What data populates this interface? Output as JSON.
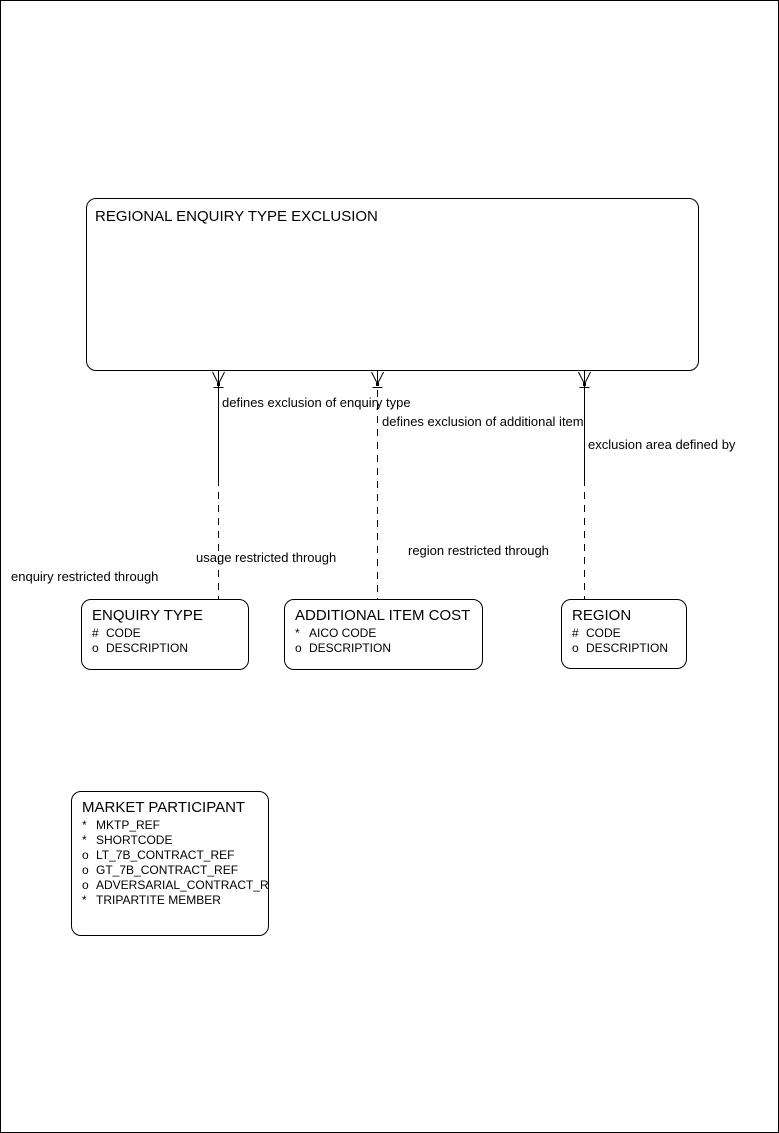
{
  "diagram": {
    "colors": {
      "line": "#000000",
      "background": "#ffffff",
      "text": "#000000"
    },
    "root_entity": {
      "title": "REGIONAL ENQUIRY TYPE EXCLUSION"
    },
    "entities": [
      {
        "title": "ENQUIRY TYPE",
        "attributes": [
          {
            "prefix": "#",
            "name": "CODE"
          },
          {
            "prefix": "o",
            "name": "DESCRIPTION"
          }
        ]
      },
      {
        "title": "ADDITIONAL ITEM COST",
        "attributes": [
          {
            "prefix": "*",
            "name": "AICO CODE"
          },
          {
            "prefix": "o",
            "name": "DESCRIPTION"
          }
        ]
      },
      {
        "title": "REGION",
        "attributes": [
          {
            "prefix": "#",
            "name": "CODE"
          },
          {
            "prefix": "o",
            "name": "DESCRIPTION"
          }
        ]
      },
      {
        "title": "MARKET PARTICIPANT",
        "attributes": [
          {
            "prefix": "*",
            "name": "MKTP_REF"
          },
          {
            "prefix": "*",
            "name": "SHORTCODE"
          },
          {
            "prefix": "o",
            "name": "LT_7B_CONTRACT_REF"
          },
          {
            "prefix": "o",
            "name": "GT_7B_CONTRACT_REF"
          },
          {
            "prefix": "o",
            "name": "ADVERSARIAL_CONTRACT_REF"
          },
          {
            "prefix": "*",
            "name": "TRIPARTITE MEMBER"
          }
        ]
      }
    ],
    "relationships": [
      {
        "label": "defines exclusion of enquiry type"
      },
      {
        "label": "defines exclusion of additional item"
      },
      {
        "label": "exclusion area defined by"
      },
      {
        "label": "usage restricted through"
      },
      {
        "label": "region restricted through"
      },
      {
        "label": "enquiry restricted through"
      }
    ]
  }
}
